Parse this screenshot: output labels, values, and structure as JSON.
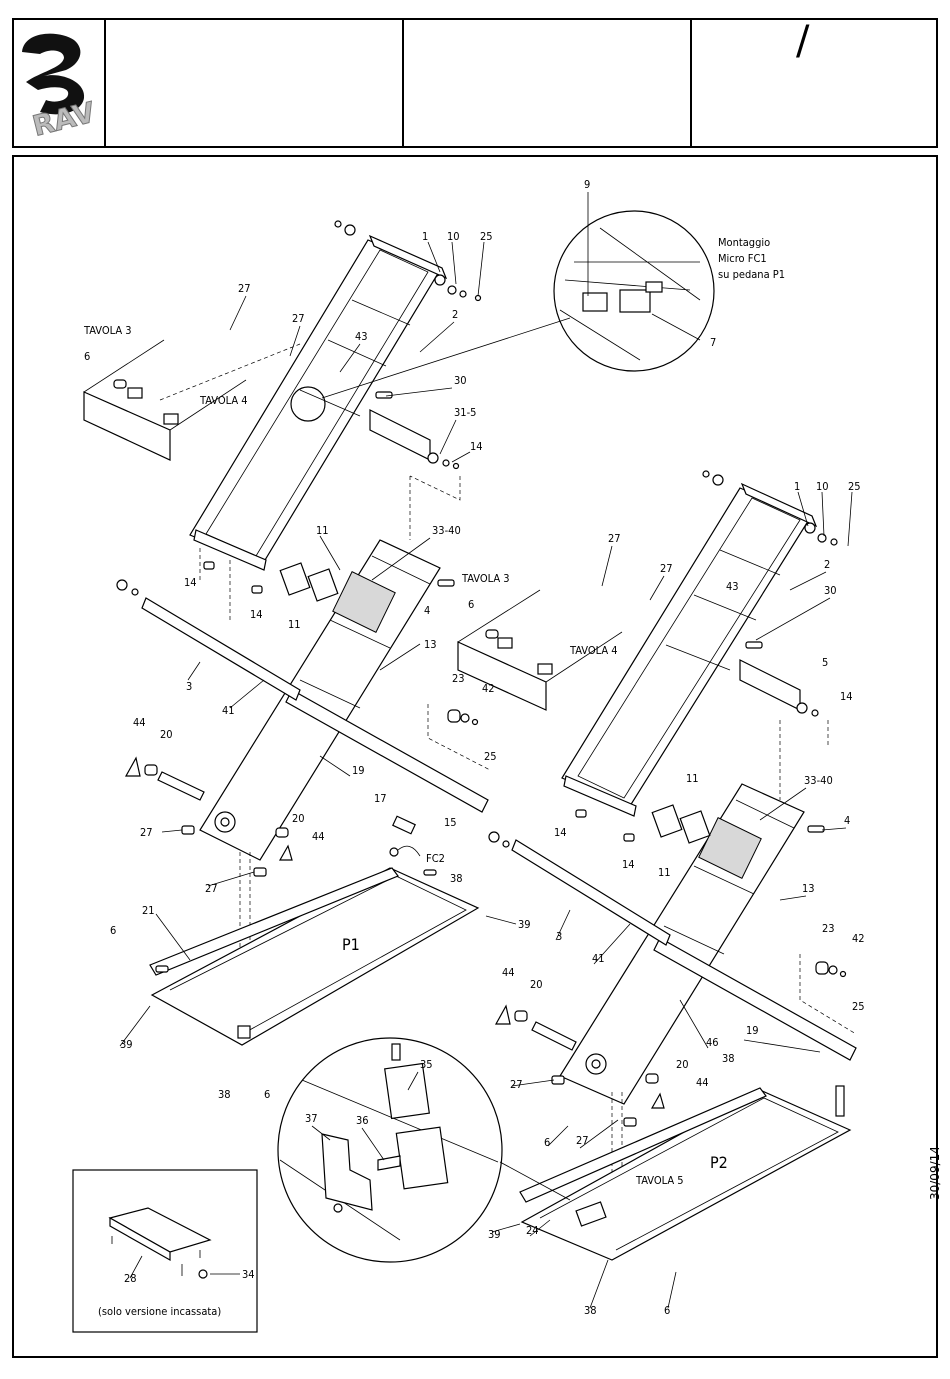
{
  "header": {
    "logo_text": "RAV",
    "slash": "/"
  },
  "date": "30/09/14",
  "inset_micro": {
    "part_top": "9",
    "part_bottom": "7",
    "caption_l1": "Montaggio",
    "caption_l2": "Micro FC1",
    "caption_l3": "su pedana P1"
  },
  "labels": {
    "tavola3": "TAVOLA 3",
    "tavola4": "TAVOLA 4",
    "tavola5": "TAVOLA 5",
    "p1": "P1",
    "p2": "P2",
    "fc2": "FC2",
    "solo_versione": "(solo versione incassata)"
  },
  "callouts": [
    {
      "id": "l-1a",
      "text": "1"
    },
    {
      "id": "l-10a",
      "text": "10"
    },
    {
      "id": "l-25a",
      "text": "25"
    },
    {
      "id": "l-27a",
      "text": "27"
    },
    {
      "id": "l-27b",
      "text": "27"
    },
    {
      "id": "l-2a",
      "text": "2"
    },
    {
      "id": "l-43a",
      "text": "43"
    },
    {
      "id": "l-6a",
      "text": "6"
    },
    {
      "id": "l-30a",
      "text": "30"
    },
    {
      "id": "l-315",
      "text": "31-5"
    },
    {
      "id": "l-14a",
      "text": "14"
    },
    {
      "id": "l-3340a",
      "text": "33-40"
    },
    {
      "id": "l-11a",
      "text": "11"
    },
    {
      "id": "l-11b",
      "text": "11"
    },
    {
      "id": "l-14b",
      "text": "14"
    },
    {
      "id": "l-14c",
      "text": "14"
    },
    {
      "id": "l-4a",
      "text": "4"
    },
    {
      "id": "l-13a",
      "text": "13"
    },
    {
      "id": "l-3a",
      "text": "3"
    },
    {
      "id": "l-41a",
      "text": "41"
    },
    {
      "id": "l-44a",
      "text": "44"
    },
    {
      "id": "l-20a",
      "text": "20"
    },
    {
      "id": "l-19a",
      "text": "19"
    },
    {
      "id": "l-27c",
      "text": "27"
    },
    {
      "id": "l-20b",
      "text": "20"
    },
    {
      "id": "l-44b",
      "text": "44"
    },
    {
      "id": "l-27d",
      "text": "27"
    },
    {
      "id": "l-17a",
      "text": "17"
    },
    {
      "id": "l-15a",
      "text": "15"
    },
    {
      "id": "l-38a",
      "text": "38"
    },
    {
      "id": "l-21a",
      "text": "21"
    },
    {
      "id": "l-39a",
      "text": "39"
    },
    {
      "id": "l-6b",
      "text": "6"
    },
    {
      "id": "l-39b",
      "text": "39"
    },
    {
      "id": "l-38b",
      "text": "38"
    },
    {
      "id": "l-6c",
      "text": "6"
    },
    {
      "id": "l-23a",
      "text": "23"
    },
    {
      "id": "l-42a",
      "text": "42"
    },
    {
      "id": "l-25b",
      "text": "25"
    },
    {
      "id": "l-6d",
      "text": "6"
    },
    {
      "id": "l-1b",
      "text": "1"
    },
    {
      "id": "l-10b",
      "text": "10"
    },
    {
      "id": "l-25c",
      "text": "25"
    },
    {
      "id": "l-27e",
      "text": "27"
    },
    {
      "id": "l-27f",
      "text": "27"
    },
    {
      "id": "l-2b",
      "text": "2"
    },
    {
      "id": "l-43b",
      "text": "43"
    },
    {
      "id": "l-30b",
      "text": "30"
    },
    {
      "id": "l-5a",
      "text": "5"
    },
    {
      "id": "l-14d",
      "text": "14"
    },
    {
      "id": "l-11c",
      "text": "11"
    },
    {
      "id": "l-3340b",
      "text": "33-40"
    },
    {
      "id": "l-4b",
      "text": "4"
    },
    {
      "id": "l-14e",
      "text": "14"
    },
    {
      "id": "l-14f",
      "text": "14"
    },
    {
      "id": "l-11d",
      "text": "11"
    },
    {
      "id": "l-13b",
      "text": "13"
    },
    {
      "id": "l-3b",
      "text": "3"
    },
    {
      "id": "l-41b",
      "text": "41"
    },
    {
      "id": "l-23b",
      "text": "23"
    },
    {
      "id": "l-42b",
      "text": "42"
    },
    {
      "id": "l-25d",
      "text": "25"
    },
    {
      "id": "l-44c",
      "text": "44"
    },
    {
      "id": "l-20c",
      "text": "20"
    },
    {
      "id": "l-46a",
      "text": "46"
    },
    {
      "id": "l-19b",
      "text": "19"
    },
    {
      "id": "l-38c",
      "text": "38"
    },
    {
      "id": "l-20d",
      "text": "20"
    },
    {
      "id": "l-44d",
      "text": "44"
    },
    {
      "id": "l-27g",
      "text": "27"
    },
    {
      "id": "l-27h",
      "text": "27"
    },
    {
      "id": "l-6e",
      "text": "6"
    },
    {
      "id": "l-39c",
      "text": "39"
    },
    {
      "id": "l-24a",
      "text": "24"
    },
    {
      "id": "l-38d",
      "text": "38"
    },
    {
      "id": "l-6f",
      "text": "6"
    },
    {
      "id": "l-35a",
      "text": "35"
    },
    {
      "id": "l-37a",
      "text": "37"
    },
    {
      "id": "l-36a",
      "text": "36"
    },
    {
      "id": "l-28a",
      "text": "28"
    },
    {
      "id": "l-34a",
      "text": "34"
    }
  ]
}
